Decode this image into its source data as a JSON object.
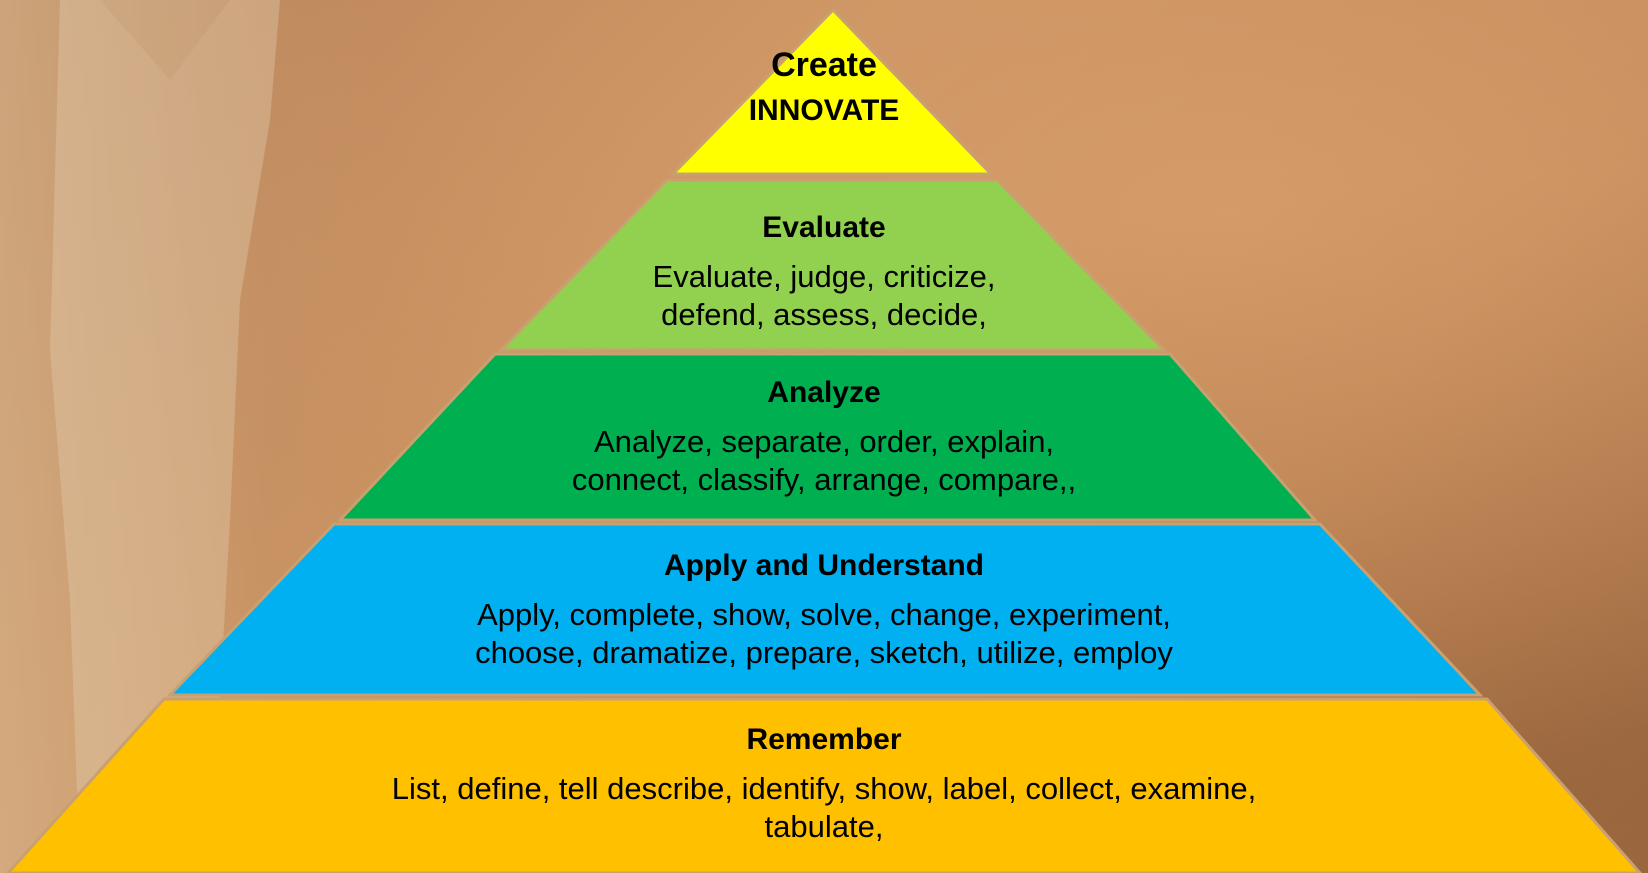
{
  "tiers": {
    "create": {
      "title": "Create",
      "subtitle": "INNOVATE",
      "color": "#ffff00"
    },
    "evaluate": {
      "title": "Evaluate",
      "line1": "Evaluate, judge, criticize,",
      "line2": "defend, assess, decide,",
      "color": "#92d050"
    },
    "analyze": {
      "title": "Analyze",
      "line1": "Analyze, separate, order, explain,",
      "line2": "connect, classify, arrange, compare,,",
      "color": "#00b050"
    },
    "apply": {
      "title": "Apply and Understand",
      "line1": "Apply, complete, show, solve, change, experiment,",
      "line2": "choose, dramatize, prepare, sketch, utilize, employ",
      "color": "#00b0f0"
    },
    "remember": {
      "title": "Remember",
      "line1": "List, define, tell describe, identify, show, label, collect, examine,",
      "line2": "tabulate,",
      "color": "#ffc000"
    }
  }
}
